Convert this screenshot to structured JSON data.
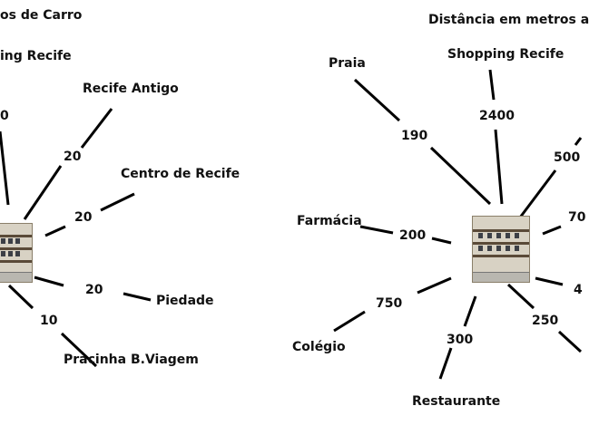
{
  "left_diagram": {
    "title": "os de Carro",
    "places": [
      {
        "id": "shopping",
        "label": "ing Recife",
        "distance": "0"
      },
      {
        "id": "recife-antigo",
        "label": "Recife Antigo",
        "distance": "20"
      },
      {
        "id": "centro",
        "label": "Centro de Recife",
        "distance": "20"
      },
      {
        "id": "piedade",
        "label": "Piedade",
        "distance": "20"
      },
      {
        "id": "pracinha",
        "label": "Pracinha B.Viagem",
        "distance": "10"
      }
    ]
  },
  "right_diagram": {
    "title": "Distância em metros a",
    "places": [
      {
        "id": "praia",
        "label": "Praia",
        "distance": "190"
      },
      {
        "id": "shopping",
        "label": "Shopping Recife",
        "distance": "2400"
      },
      {
        "id": "ne",
        "label": "",
        "distance": "500"
      },
      {
        "id": "e",
        "label": "",
        "distance": "70"
      },
      {
        "id": "farmacia",
        "label": "Farmácia",
        "distance": "200"
      },
      {
        "id": "se",
        "label": "",
        "distance": "4"
      },
      {
        "id": "colegio",
        "label": "Colégio",
        "distance": "750"
      },
      {
        "id": "restaurante",
        "label": "Restaurante",
        "distance": "300"
      },
      {
        "id": "sse",
        "label": "",
        "distance": "250"
      }
    ]
  },
  "colors": {
    "line": "#000000",
    "text": "#111111"
  }
}
